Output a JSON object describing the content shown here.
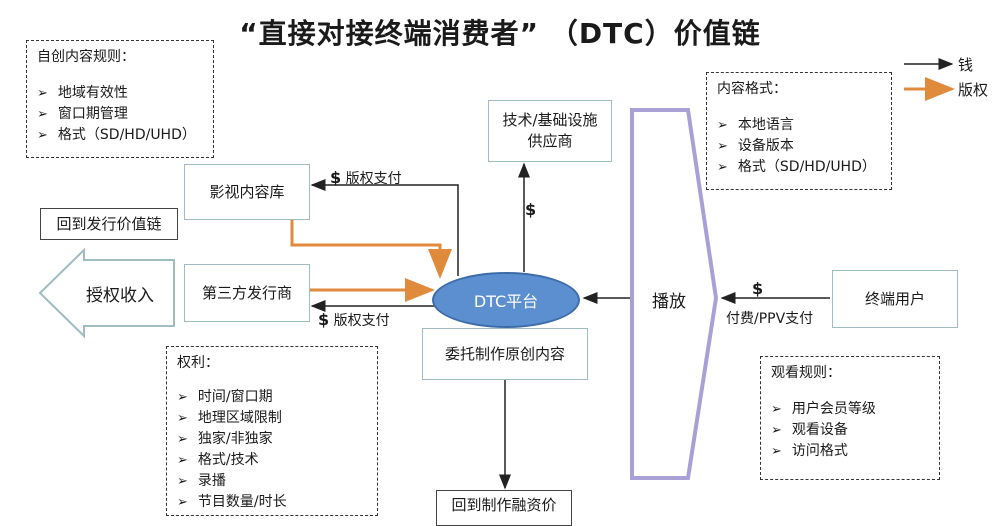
{
  "title": "“直接对接终端消费者”  （DTC）价值链",
  "legend": {
    "money": "钱",
    "rights": "版权"
  },
  "rules_box": {
    "heading": "自创内容规则：",
    "items": [
      "地域有效性",
      "窗口期管理",
      "格式（SD/HD/UHD）"
    ]
  },
  "format_box": {
    "heading": "内容格式：",
    "items": [
      "本地语言",
      "设备版本",
      "格式（SD/HD/UHD）"
    ]
  },
  "rights_box": {
    "heading": "权利：",
    "items": [
      "时间/窗口期",
      "地理区域限制",
      "独家/非独家",
      "格式/技术",
      "录播",
      "节目数量/时长"
    ]
  },
  "viewing_box": {
    "heading": "观看规则：",
    "items": [
      "用户会员等级",
      "观看设备",
      "访问格式"
    ]
  },
  "nodes": {
    "tech_supplier": "技术/基础设施\n供应商",
    "content_library": "影视内容库",
    "back_distribution": "回到发行价值链",
    "third_party": "第三方发行商",
    "license_income": "授权收入",
    "dtc_platform": "DTC平台",
    "commission": "委托制作原创内容",
    "back_financing": "回到制作融资价",
    "play": "播放",
    "end_user": "终端用户"
  },
  "labels": {
    "royalty_top": "版权支付",
    "royalty_bottom": "版权支付",
    "dollar": "$",
    "payment": "付费/PPV支付"
  },
  "colors": {
    "money_line": "#222222",
    "rights_line": "#e08a3c",
    "box_border": "#9fbcc2",
    "play_border": "#a9a0d6",
    "dtc_fill": "#5b8fcf"
  }
}
